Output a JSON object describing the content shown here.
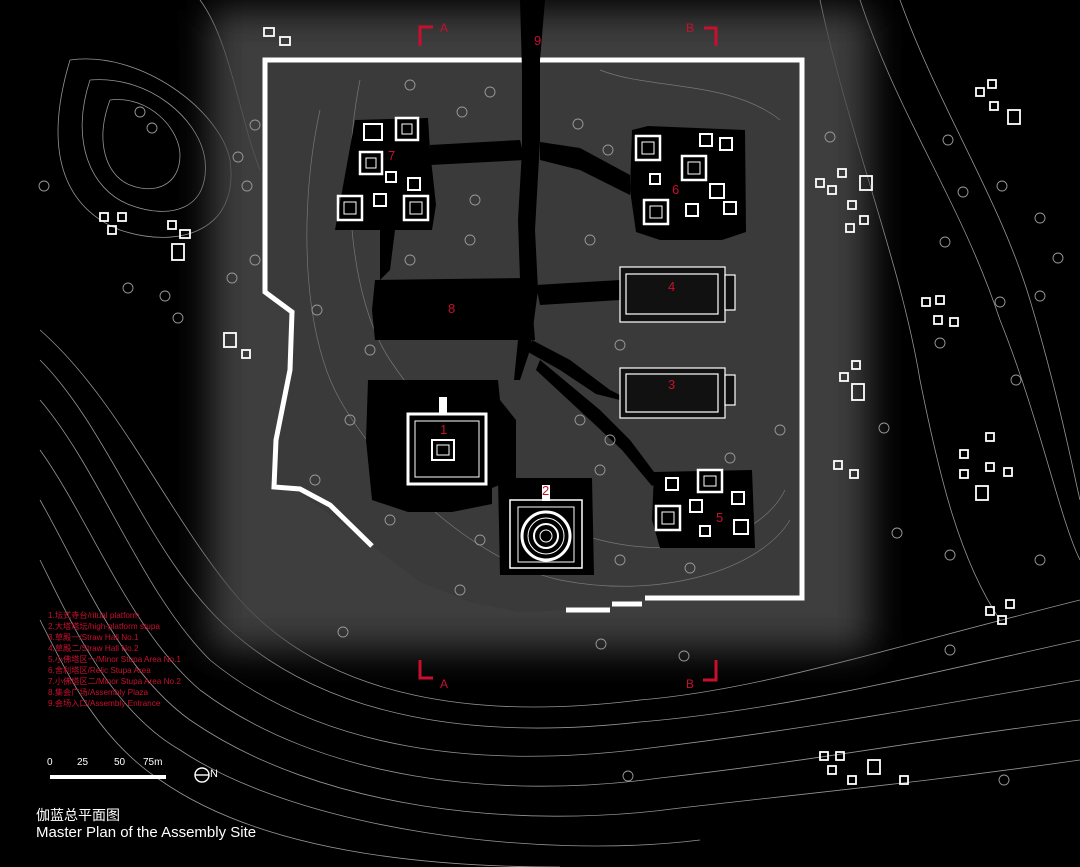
{
  "title_cn": "伽蓝总平面图",
  "title_en": "Master Plan of the Assembly Site",
  "legend": [
    "1.坛式寺台/ritual platform",
    "2.大塔塔坛/high-platform stupa",
    "3.草殿一/Straw Hall No.1",
    "4.草殿二/Straw Hall No.2",
    "5.小佛塔区一/Minor Stupa Area No.1",
    "6.舍利塔区/Relic Stupa Area",
    "7.小佛塔区二/Minor Stupa Area No.2",
    "8.集会广场/Assembly Plaza",
    "9.会场入口/Assembly Entrance"
  ],
  "scale": {
    "labels": [
      "0",
      "25",
      "50",
      "75m"
    ]
  },
  "north_label": "N",
  "section_marks": {
    "a": "A",
    "b": "B"
  },
  "area_numbers": [
    "1",
    "2",
    "3",
    "4",
    "5",
    "6",
    "7",
    "8",
    "9"
  ],
  "colors": {
    "accent": "#c8102e",
    "ground": "#3a3a3a",
    "background": "#000000",
    "line": "#ffffff"
  }
}
